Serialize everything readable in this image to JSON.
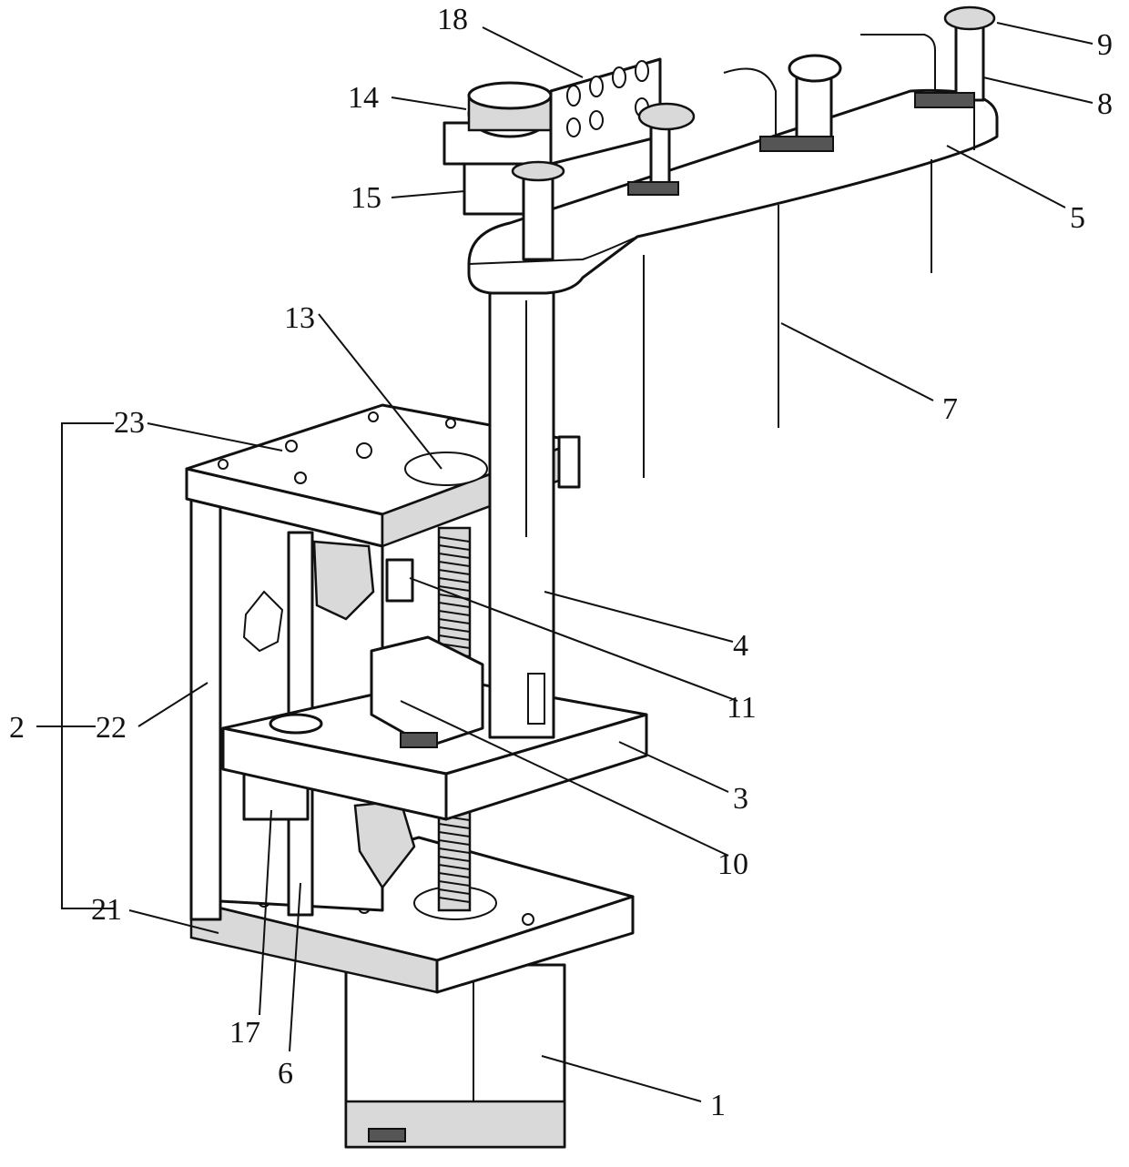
{
  "callouts": {
    "c1": "1",
    "c2": "2",
    "c3": "3",
    "c4": "4",
    "c5": "5",
    "c6": "6",
    "c7": "7",
    "c8": "8",
    "c9": "9",
    "c10": "10",
    "c11": "11",
    "c13": "13",
    "c14": "14",
    "c15": "15",
    "c17": "17",
    "c18": "18",
    "c21": "21",
    "c22": "22",
    "c23": "23"
  }
}
